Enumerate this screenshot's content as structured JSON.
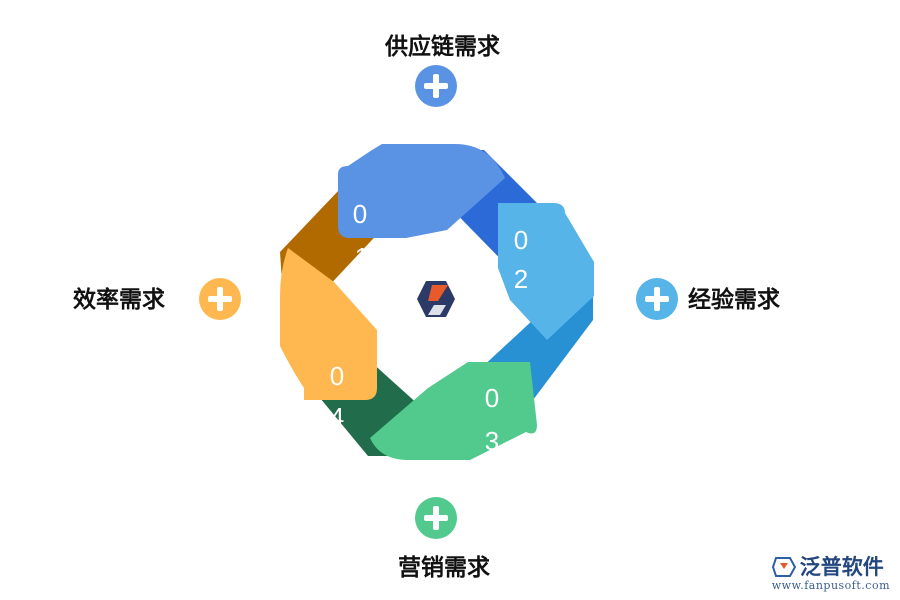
{
  "diagram": {
    "sections": [
      {
        "label": "供应链需求",
        "color": "#5b93e4",
        "dark": "#2c6ad7",
        "digits": [
          "0",
          "1"
        ]
      },
      {
        "label": "经验需求",
        "color": "#56b4e8",
        "dark": "#2791d4",
        "digits": [
          "0",
          "2"
        ]
      },
      {
        "label": "营销需求",
        "color": "#52c98d",
        "dark": "#216d4b",
        "digits": [
          "0",
          "3"
        ]
      },
      {
        "label": "效率需求",
        "color": "#ffb84f",
        "dark": "#b06a00",
        "digits": [
          "0",
          "4"
        ]
      }
    ],
    "center_icon": "hexagon-logo-icon",
    "add_icon": "plus-circle-icon"
  },
  "watermark": {
    "name": "泛普软件",
    "url": "www.fanpusoft.com",
    "icon": "fanpu-logo-icon"
  }
}
